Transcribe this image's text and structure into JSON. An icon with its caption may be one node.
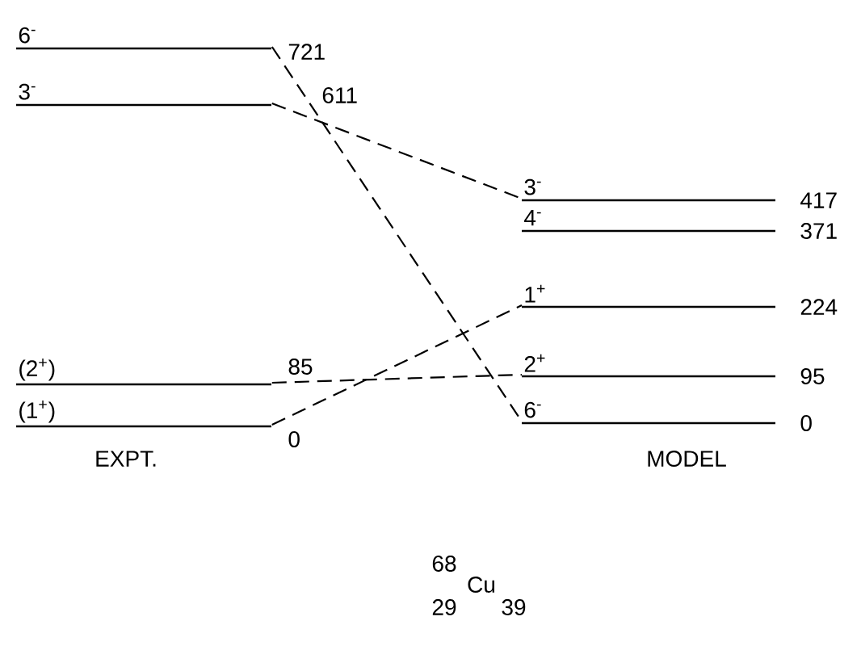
{
  "diagram": {
    "nodes": [
      {
        "text": [
          "6$^{-}$"
        ],
        "beside": [
          "721"
        ]
      },
      {
        "text": [
          "3$^{-}$"
        ],
        "beside": [
          "611"
        ]
      },
      {
        "text": [
          "(2$^{+}$)"
        ],
        "beside": [
          "85"
        ]
      },
      {
        "text": [
          "(1$^{+}$)"
        ],
        "beside": [
          "0"
        ]
      },
      {
        "text": [
          "3$^{-}$"
        ],
        "beside": [
          "417"
        ]
      },
      {
        "text": [
          "4$^{-}$"
        ],
        "beside": [
          "371"
        ]
      },
      {
        "text": [
          "1$^{+}$"
        ],
        "beside": [
          "224"
        ]
      },
      {
        "text": [
          "2$^{+}$"
        ],
        "beside": [
          "95"
        ]
      },
      {
        "text": [
          "6$^{-}$"
        ],
        "beside": [
          "0"
        ]
      }
    ],
    "edges": [
      {
        "from": 0,
        "to": 8,
        "arrow": "none",
        "style": "dashed"
      },
      {
        "from": 1,
        "to": 4,
        "arrow": "none",
        "style": "dashed"
      },
      {
        "from": 2,
        "to": 7,
        "arrow": "none",
        "style": "dashed"
      },
      {
        "from": 3,
        "to": 6,
        "arrow": "none",
        "style": "dashed"
      }
    ],
    "labels": [
      "EXPT.",
      "MODEL",
      "68",
      "Cu",
      "29",
      "39"
    ]
  }
}
